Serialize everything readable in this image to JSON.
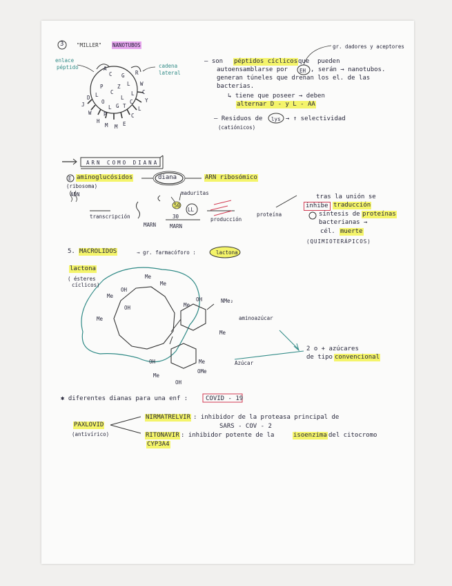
{
  "s1": {
    "num": "3",
    "title_a": "\"MILLER\"",
    "title_b": "NANOTUBOS",
    "label_enlace": "enlace",
    "label_enlace2": "péptido",
    "label_cadena": "cadena",
    "label_cadena2": "lateral",
    "ring_letters": [
      "A",
      "C",
      "G",
      "R",
      "L",
      "W",
      "L",
      "C",
      "C",
      "Y",
      "L",
      "T",
      "C",
      "E",
      "G",
      "P",
      "L",
      "D",
      "J",
      "W",
      "H",
      "M",
      "M",
      "O",
      "L",
      "P",
      "Z",
      "C",
      "L"
    ],
    "b1_l1_a": "— son",
    "b1_l1_b": "péptidos cíclicos",
    "b1_l1_c": "que",
    "b1_l1_d": "pueden",
    "b1_top": "gr. dadores y aceptores",
    "b1_l2": "autoensamblarse por",
    "b1_l2_eh": "EH",
    "b1_l2_c": ", serán → nanotubos.",
    "b1_l3": "generan túneles que drenan los el. de las",
    "b1_l4": "bacterias.",
    "b1_l5": "↳ tiene que poseer → deben",
    "b1_l6": "alternar  D - y L - AA",
    "b2_a": "— Residuos de",
    "b2_lys": "lys",
    "b2_b": "→ ↑ selectividad",
    "b2_c": "(catiónicos)"
  },
  "s2": {
    "arrow_title": "ARN COMO DIANA",
    "amino_e": "E",
    "amino": "aminoglucósidos",
    "amino_sub": "(ribosoma)",
    "diana": "diana",
    "arn_rib": "ARN ribosómico",
    "adn": "ADN",
    "transcripcion": "transcripción",
    "marn": "MARN",
    "marn2": "MARN",
    "maduritas": "maduritas",
    "s50": "50",
    "s30": "30",
    "ll": "LL",
    "produccion": "producción",
    "proteina": "proteína",
    "r1": "tras la unión se",
    "r2_a": "inhibe",
    "r2_b": "traducción",
    "r3_a": "síntesis de",
    "r3_b": "proteínas",
    "r4": "bacterianas →",
    "r5_a": "cél.",
    "r5_b": "muerte",
    "r6": "(QUIMIOTERÁPICOS)"
  },
  "s3": {
    "num": "5.",
    "title": "MACROLIDOS",
    "arrow": "→ gr. farmacóforo :",
    "lactona": "lactona",
    "side": "lactona",
    "side2": "( ésteres",
    "side3": "cíclicos)",
    "me1": "Me",
    "me2": "Me",
    "me3": "Me",
    "me4": "Me",
    "me5": "Me",
    "oh1": "OH",
    "oh2": "OH",
    "oh3": "OH",
    "oh4": "OH",
    "oh5": "OH",
    "nme2": "NMe₂",
    "ome": "OMe",
    "me6": "Me",
    "me7": "Me",
    "me8": "Me",
    "amino_az": "aminoazúcar",
    "azucar": "Azúcar",
    "nota1": "2 o + azúcares",
    "nota2": "de tipo",
    "nota3": "convencional"
  },
  "s4": {
    "bullet": "✱ diferentes dianas para una enf :",
    "covid": "COVID - 19",
    "paxlovid": "PAXLOVID",
    "paxsub": "(antivírico)",
    "n1": "NIRMATRELVIR",
    "n1b": ": inhibidor de la proteasa principal de",
    "n1c": "SARS - COV - 2",
    "n2": "RITONAVIR",
    "n2b": ": inhibidor potente de la",
    "n2c": "isoenzima",
    "n2d": "del citocromo",
    "n2e": "CYP3A4"
  },
  "colors": {
    "yellow": "#f4f46a",
    "pink": "#e7a6ee",
    "teal": "#2f8a86",
    "red": "#d23a52"
  }
}
